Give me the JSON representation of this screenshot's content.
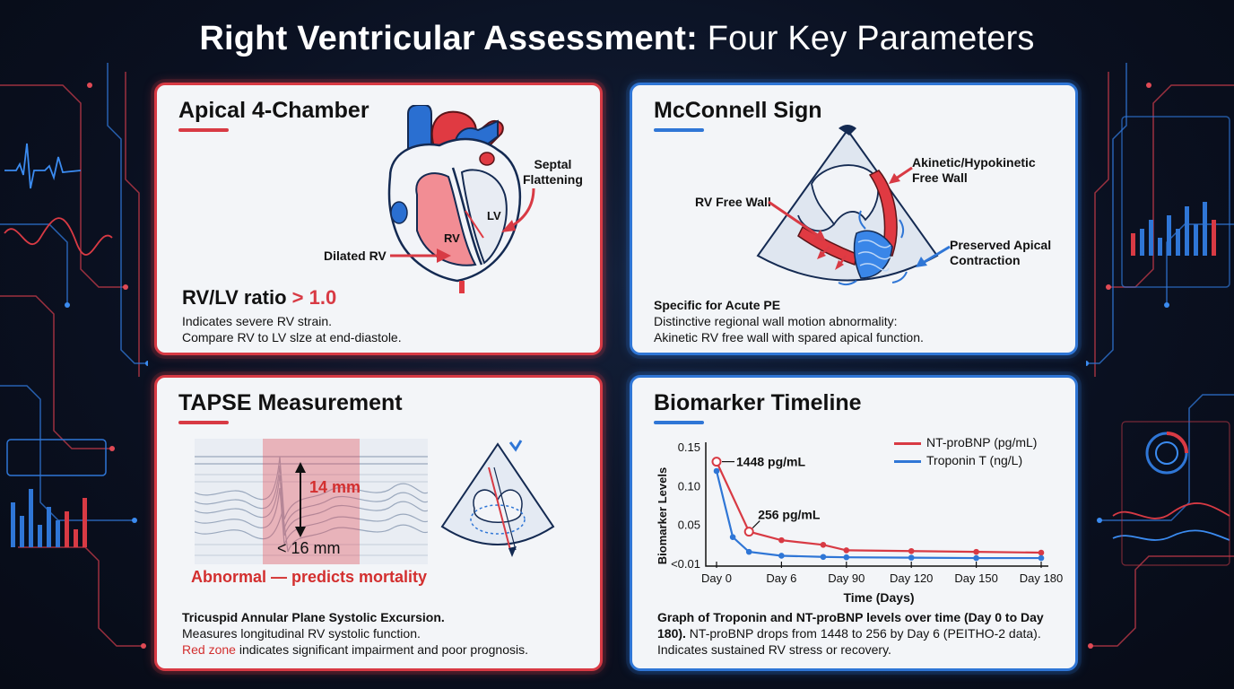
{
  "title": {
    "bold": "Right Ventricular Assessment:",
    "rest": " Four Key Parameters"
  },
  "colors": {
    "red": "#d83a44",
    "blue": "#2f76d6",
    "background": "#0a1020"
  },
  "apical": {
    "title": "Apical 4-Chamber",
    "label_septal_1": "Septal",
    "label_septal_2": "Flattening",
    "label_lv": "LV",
    "label_rv": "RV",
    "label_dilated": "Dilated RV",
    "ratio_text": "RV/LV ratio",
    "ratio_value": "> 1.0",
    "desc_1": "Indicates severe RV strain.",
    "desc_2": "Compare RV to LV slze at end-diastole."
  },
  "mcconnell": {
    "title": "McConnell Sign",
    "label_akinetic_1": "Akinetic/Hypokinetic",
    "label_akinetic_2": "Free Wall",
    "label_free_wall": "RV Free Wall",
    "label_preserved_1": "Preserved Apical",
    "label_preserved_2": "Contraction",
    "desc_bold": "Specific for Acute PE",
    "desc_1": "Distinctive regional wall motion abnormality:",
    "desc_2": "Akinetic RV free wall with spared apical function."
  },
  "tapse": {
    "title": "TAPSE Measurement",
    "value_label": "14 mm",
    "threshold_label": "< 16 mm",
    "abnormal_label": "Abnormal — predicts mortality",
    "desc_bold": "Tricuspid Annular Plane Systolic Excursion.",
    "desc_1": "Measures longitudinal RV systolic function.",
    "desc_red": "Red zone",
    "desc_2": " indicates significant impairment and poor prognosis."
  },
  "biomarker": {
    "title": "Biomarker Timeline",
    "desc_bold": "Graph of Troponin and NT-proBNP levels over time (Day 0 to Day 180).",
    "desc_1": " NT-proBNP drops from 1448 to 256 by Day 6 (PEITHO-2 data).",
    "desc_2": "Indicates sustained RV stress or recovery."
  },
  "chart_data": {
    "type": "line",
    "title": "",
    "xlabel": "Time (Days)",
    "ylabel": "Biomarker Levels",
    "x_ticks": [
      "Day 0",
      "Day 6",
      "Day 90",
      "Day 120",
      "Day 150",
      "Day 180"
    ],
    "y_ticks": [
      "0.15",
      "0.10",
      "0.05",
      "<0.01"
    ],
    "ylim": [
      0.0,
      0.15
    ],
    "grid": false,
    "legend_position": "top-right",
    "annotations": [
      "1448 pg/mL",
      "256 pg/mL"
    ],
    "series": [
      {
        "name": "NT-proBNP (pg/mL)",
        "color": "#d83a44",
        "x": [
          0,
          3,
          6,
          60,
          90,
          120,
          150,
          180
        ],
        "values": [
          0.132,
          0.042,
          0.031,
          0.025,
          0.018,
          0.017,
          0.016,
          0.015
        ]
      },
      {
        "name": "Troponin T (ng/L)",
        "color": "#2f76d6",
        "x": [
          0,
          1.5,
          3,
          6,
          60,
          90,
          120,
          150,
          180
        ],
        "values": [
          0.12,
          0.035,
          0.016,
          0.011,
          0.0095,
          0.009,
          0.0085,
          0.008,
          0.008
        ]
      }
    ]
  }
}
